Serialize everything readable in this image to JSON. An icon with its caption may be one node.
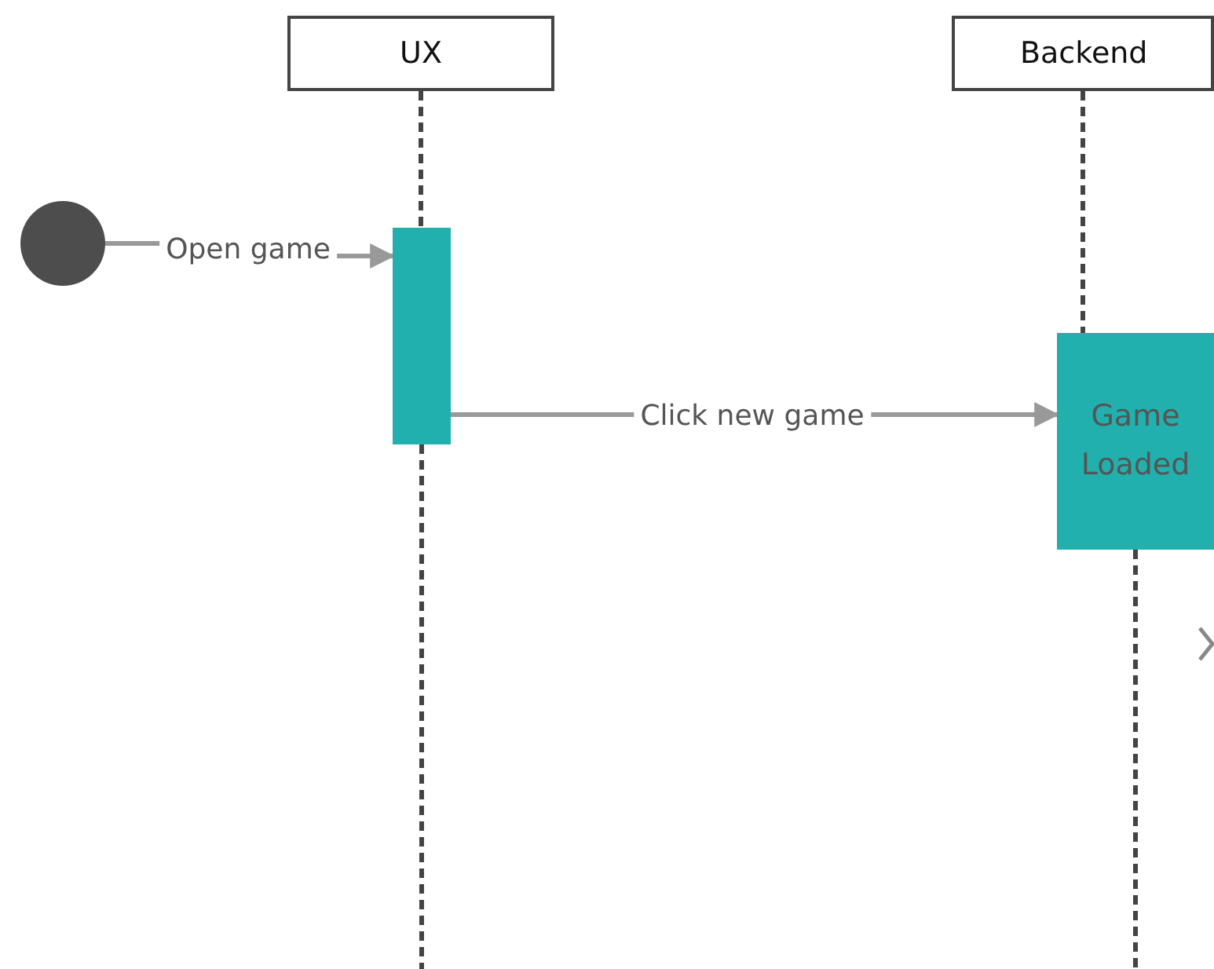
{
  "diagram": {
    "nodes": [
      {
        "text": [
          "UX"
        ]
      },
      {
        "text": [
          "Backend"
        ]
      },
      {
        "text": [],
        "shape": "circle"
      },
      {
        "text": [],
        "shape": "bar"
      },
      {
        "text": [
          "Game Loaded"
        ]
      }
    ],
    "edges": [
      {
        "from": 0,
        "to": 3,
        "arrow": "none",
        "style": "dashed",
        "color": "#444444"
      },
      {
        "from": 3,
        "to": null,
        "arrow": "none",
        "style": "dashed",
        "color": "#444444"
      },
      {
        "from": 1,
        "to": 4,
        "arrow": "none",
        "style": "dashed",
        "color": "#444444"
      },
      {
        "from": 4,
        "to": null,
        "arrow": "none",
        "style": "dashed",
        "color": "#444444"
      },
      {
        "from": 2,
        "to": 3,
        "label": "Open game",
        "arrow": "to"
      },
      {
        "from": 3,
        "to": 4,
        "label": "Click new game",
        "arrow": "to"
      }
    ]
  }
}
